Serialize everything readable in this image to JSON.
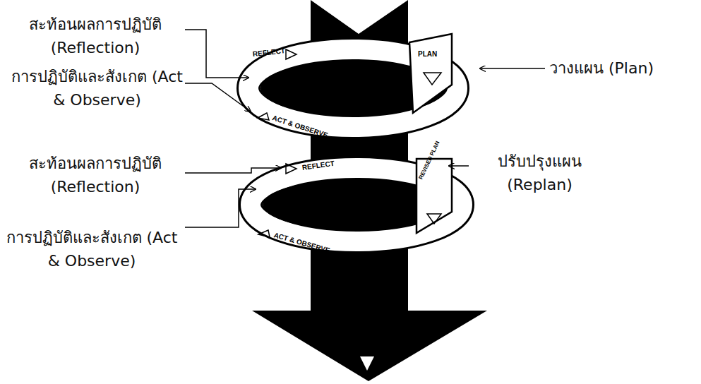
{
  "diagram": {
    "labels": [
      "สะท้อนผลการปฏิบัติ (Reflection)",
      "การปฏิบัติและสังเกต (Act & Observe)",
      "สะท้อนผลการปฏิบัติ (Reflection)",
      "การปฏิบัติและสังเกต (Act & Observe)",
      "วางแผน (Plan)",
      "ปรับปรุงแผน (Replan)",
      "REFLECT",
      "PLAN",
      "ACT & OBSERVE",
      "REVISED PLAN",
      "REFLECT",
      "ACT & OBSERVE"
    ]
  }
}
